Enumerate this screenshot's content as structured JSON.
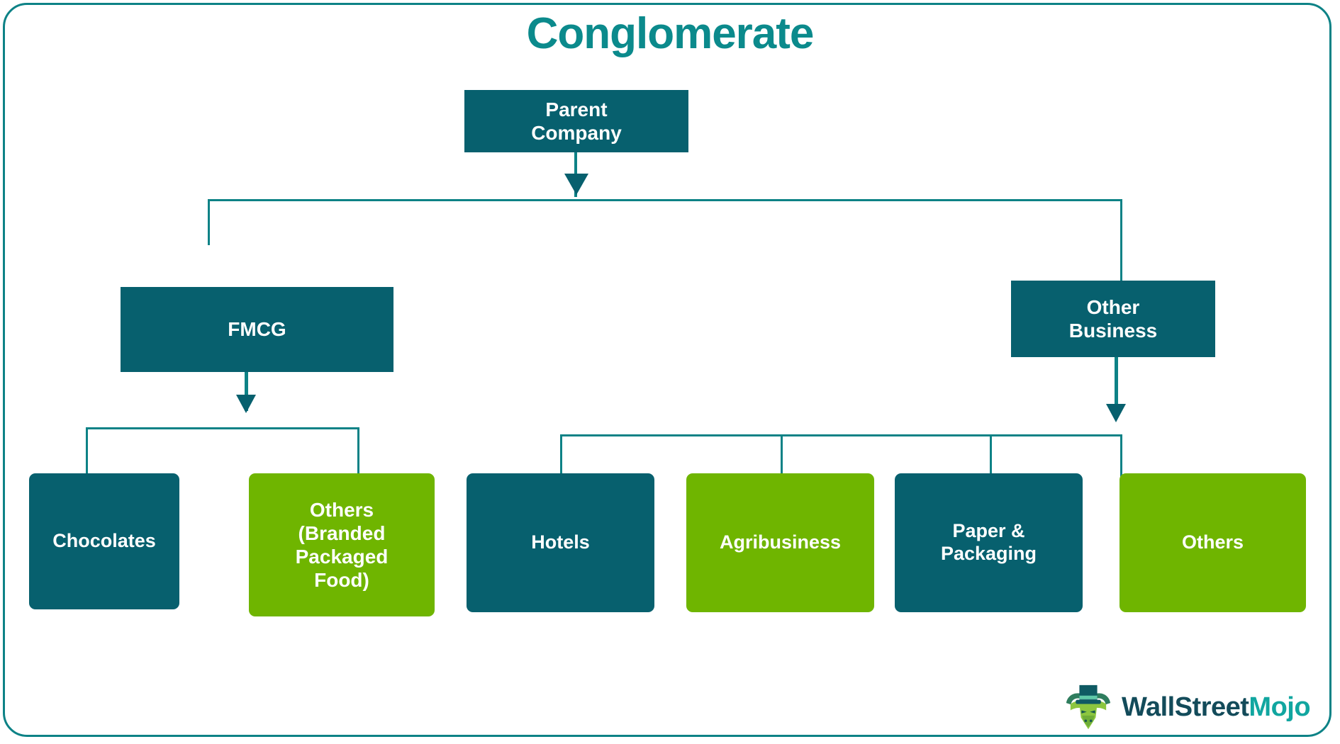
{
  "page": {
    "title": "Conglomerate",
    "title_color": "#0b8a8c",
    "border_color": "#0d8286",
    "background": "#ffffff"
  },
  "palette": {
    "teal": "#07606e",
    "green": "#6fb500",
    "connector": "#0d8286",
    "node_text": "#ffffff"
  },
  "chart_data": {
    "type": "diagram",
    "title": "Conglomerate",
    "structure": "organizational-hierarchy",
    "levels": 3,
    "root": {
      "label": "Parent Company",
      "color": "#07606e"
    },
    "divisions": [
      {
        "label": "FMCG",
        "color": "#07606e"
      },
      {
        "label": "Other Business",
        "color": "#07606e"
      }
    ],
    "units": [
      {
        "label": "Chocolates",
        "color": "#07606e",
        "parent": "FMCG"
      },
      {
        "label": "Others (Branded Packaged Food)",
        "color": "#6fb500",
        "parent": "FMCG"
      },
      {
        "label": "Hotels",
        "color": "#07606e",
        "parent": "Other Business"
      },
      {
        "label": "Agribusiness",
        "color": "#6fb500",
        "parent": "Other Business"
      },
      {
        "label": "Paper & Packaging",
        "color": "#07606e",
        "parent": "Other Business"
      },
      {
        "label": "Others",
        "color": "#6fb500",
        "parent": "Other Business"
      }
    ]
  },
  "nodes": {
    "parent": {
      "line1": "Parent",
      "line2": "Company"
    },
    "fmcg": {
      "label": "FMCG"
    },
    "other_business": {
      "line1": "Other",
      "line2": "Business"
    },
    "chocolates": {
      "label": "Chocolates"
    },
    "branded_packaged_food": {
      "line1": "Others",
      "line2": "(Branded",
      "line3": "Packaged",
      "line4": "Food)"
    },
    "hotels": {
      "label": "Hotels"
    },
    "agribusiness": {
      "label": "Agribusiness"
    },
    "paper_packaging": {
      "line1": "Paper &",
      "line2": "Packaging"
    },
    "others": {
      "label": "Others"
    }
  },
  "logo": {
    "name_part1": "WallStreet",
    "name_part2": "Mojo",
    "mark": "bull-with-tophat-icon",
    "color_part1": "#134b5a",
    "color_part2": "#11a6a0"
  }
}
